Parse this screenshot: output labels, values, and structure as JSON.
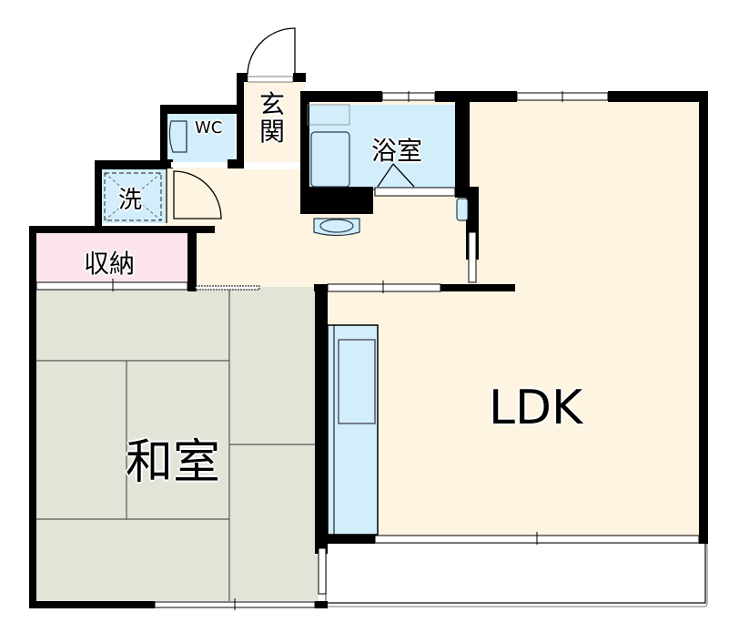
{
  "floorplan": {
    "colors": {
      "wall": "#000000",
      "ldk_floor": "#fdf4e1",
      "washitsu_floor": "#e0e5d8",
      "wet_area": "#d2eefb",
      "storage": "#fbe4ee",
      "balcony": "#ffffff"
    },
    "rooms": {
      "ldk": "LDK",
      "washitsu": "和室",
      "bath": "浴室",
      "entrance": "玄関",
      "toilet": "WC",
      "washer": "洗",
      "storage": "収納"
    }
  }
}
